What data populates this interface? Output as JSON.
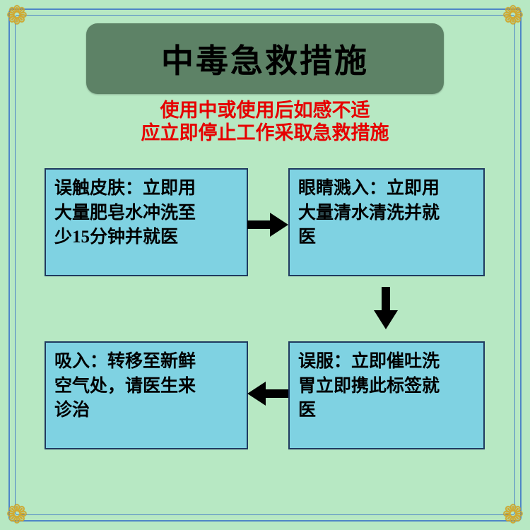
{
  "title": "中毒急救措施",
  "warning": {
    "line1": "使用中或使用后如感不适",
    "line2": "应立即停止工作采取急救措施"
  },
  "steps": [
    {
      "name": "skin-contact",
      "text": "误触皮肤：立即用\n大量肥皂水冲洗至\n少15分钟并就医"
    },
    {
      "name": "eye-splash",
      "text": "眼睛溅入：立即用\n大量清水清洗并就\n医"
    },
    {
      "name": "ingestion",
      "text": "误服：立即催吐洗\n胃立即携此标签就\n医"
    },
    {
      "name": "inhalation",
      "text": "吸入：转移至新鲜\n空气处，请医生来\n诊治"
    }
  ],
  "icons": {
    "corner_ornament": "❁",
    "arrow_right": "right-solid-arrow",
    "arrow_down": "down-solid-arrow",
    "arrow_left": "left-solid-arrow"
  },
  "colors": {
    "background": "#b7e8c3",
    "title_background": "#5d8266",
    "title_text": "#000000",
    "warning_text": "#e60000",
    "step_background": "#7fd2e2",
    "step_border": "#1f3a5f",
    "arrow": "#000000",
    "frame": "#4f86c6",
    "corner_ornament": "#d4a92c"
  }
}
